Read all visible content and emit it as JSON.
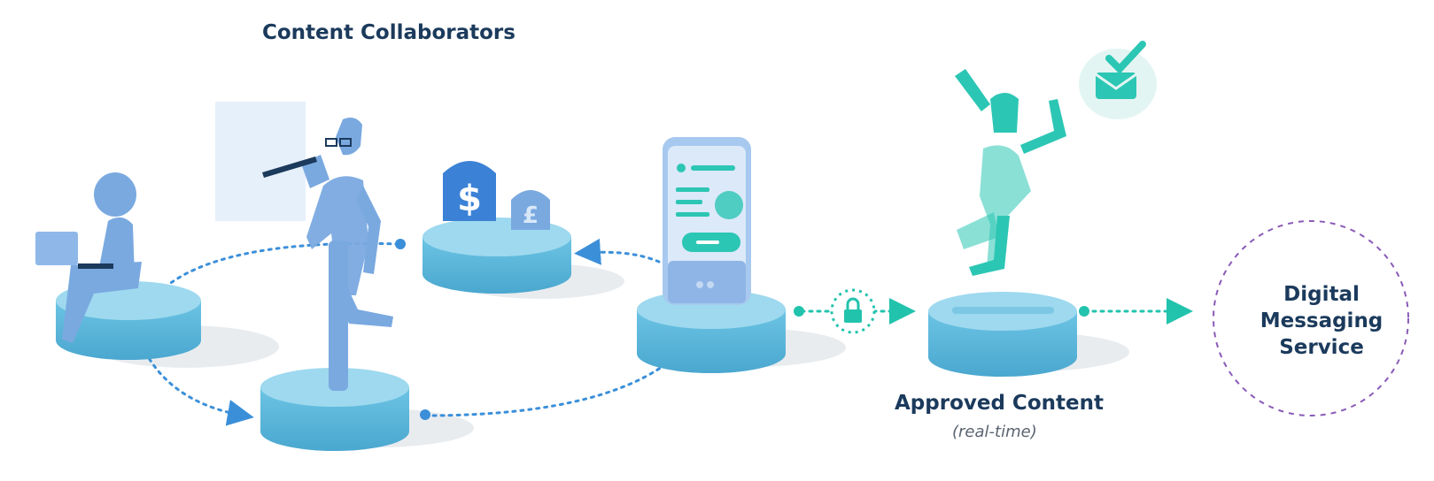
{
  "labels": {
    "collaborators": "Content Collaborators",
    "approved": "Approved Content",
    "realtime": "(real-time)",
    "service_line1": "Digital",
    "service_line2": "Messaging",
    "service_line3": "Service"
  },
  "icons": {
    "dollar": "$",
    "pound": "£"
  },
  "colors": {
    "navy": "#1b3a5c",
    "blue_figure": "#7aa9e0",
    "teal": "#2cc6b4",
    "platform_top": "#9ed9ef",
    "platform_side": "#57b4d8",
    "purple_dash": "#8a5bb8"
  }
}
